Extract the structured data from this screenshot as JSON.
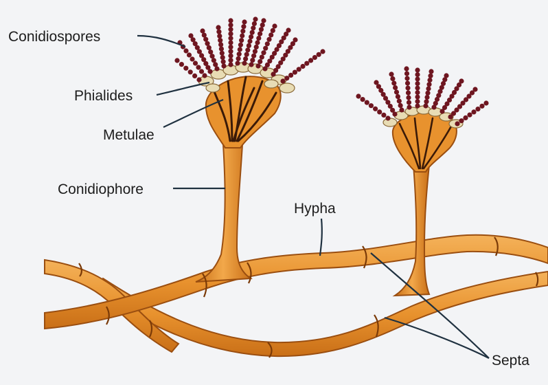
{
  "labels": {
    "conidiospores": "Conidiospores",
    "phialides": "Phialides",
    "metulae": "Metulae",
    "conidiophore": "Conidiophore",
    "hypha": "Hypha",
    "septa": "Septa"
  },
  "colors": {
    "background": "#f3f4f6",
    "hypha_fill": "#e8922e",
    "hypha_outline": "#9a4e10",
    "phialide_fill": "#e8dcb4",
    "spore": "#6e1620",
    "metulae_lines": "#3a1a08"
  }
}
